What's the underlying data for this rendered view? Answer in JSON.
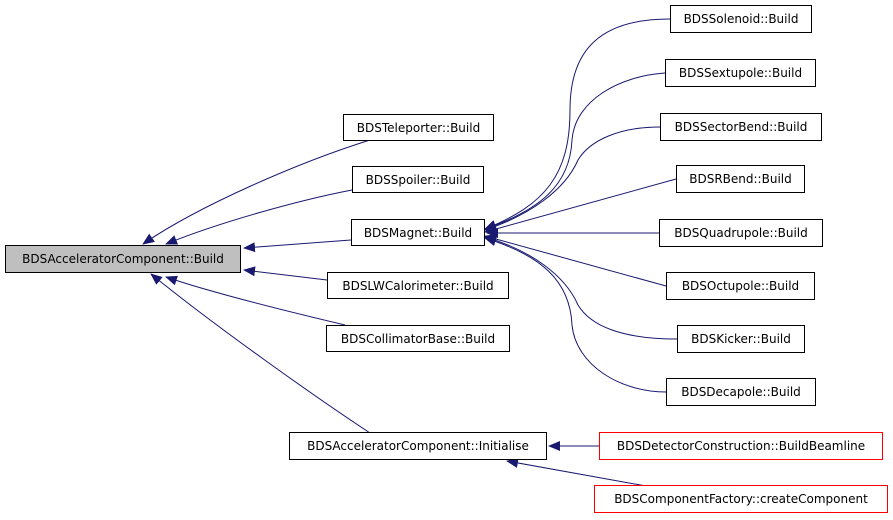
{
  "nodes": {
    "root": "BDSAcceleratorComponent::Build",
    "teleporter": "BDSTeleporter::Build",
    "spoiler": "BDSSpoiler::Build",
    "magnet": "BDSMagnet::Build",
    "lwcalorimeter": "BDSLWCalorimeter::Build",
    "collimatorbase": "BDSCollimatorBase::Build",
    "initialise": "BDSAcceleratorComponent::Initialise",
    "solenoid": "BDSSolenoid::Build",
    "sextupole": "BDSSextupole::Build",
    "sectorbend": "BDSSectorBend::Build",
    "rbend": "BDSRBend::Build",
    "quadrupole": "BDSQuadrupole::Build",
    "octupole": "BDSOctupole::Build",
    "kicker": "BDSKicker::Build",
    "decapole": "BDSDecapole::Build",
    "detectorconstruction": "BDSDetectorConstruction::BuildBeamline",
    "componentfactory": "BDSComponentFactory::createComponent"
  },
  "colors": {
    "edge": "#191970",
    "root_fill": "#bfbfbf",
    "external_border": "#ff0000",
    "node_border": "#000000"
  }
}
